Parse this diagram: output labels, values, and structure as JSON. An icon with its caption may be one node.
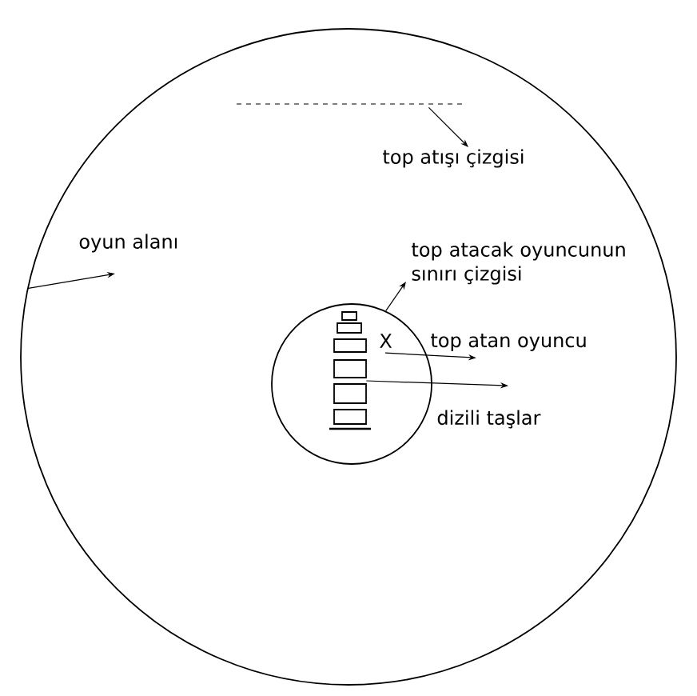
{
  "diagram": {
    "nodes": [
      {
        "text": [],
        "shape": "circle"
      },
      {
        "text": [],
        "shape": "circle",
        "in": 0
      },
      {
        "text": [],
        "shape": "line",
        "in": 0
      },
      {
        "text": [],
        "shape": "picture",
        "in": 1
      },
      {
        "text": [
          "X"
        ],
        "in": 1
      },
      {
        "text": [
          "oyun alanı"
        ],
        "in": 0
      },
      {
        "text": [
          "top atışı çizgisi"
        ],
        "in": 0
      },
      {
        "text": [
          "top atacak oyuncunun sınırı çizgisi"
        ],
        "in": 0
      },
      {
        "text": [
          "top atan oyuncu"
        ],
        "in": 0
      },
      {
        "text": [
          "dizili taşlar"
        ],
        "in": 0
      }
    ],
    "edges": [
      {
        "from": 0,
        "to": 5,
        "arrow": "to"
      },
      {
        "from": 2,
        "to": 6,
        "arrow": "to"
      },
      {
        "from": 1,
        "to": 7,
        "arrow": "to"
      },
      {
        "from": 4,
        "to": 8,
        "arrow": "to"
      },
      {
        "from": 3,
        "to": 9,
        "arrow": "to"
      }
    ]
  }
}
